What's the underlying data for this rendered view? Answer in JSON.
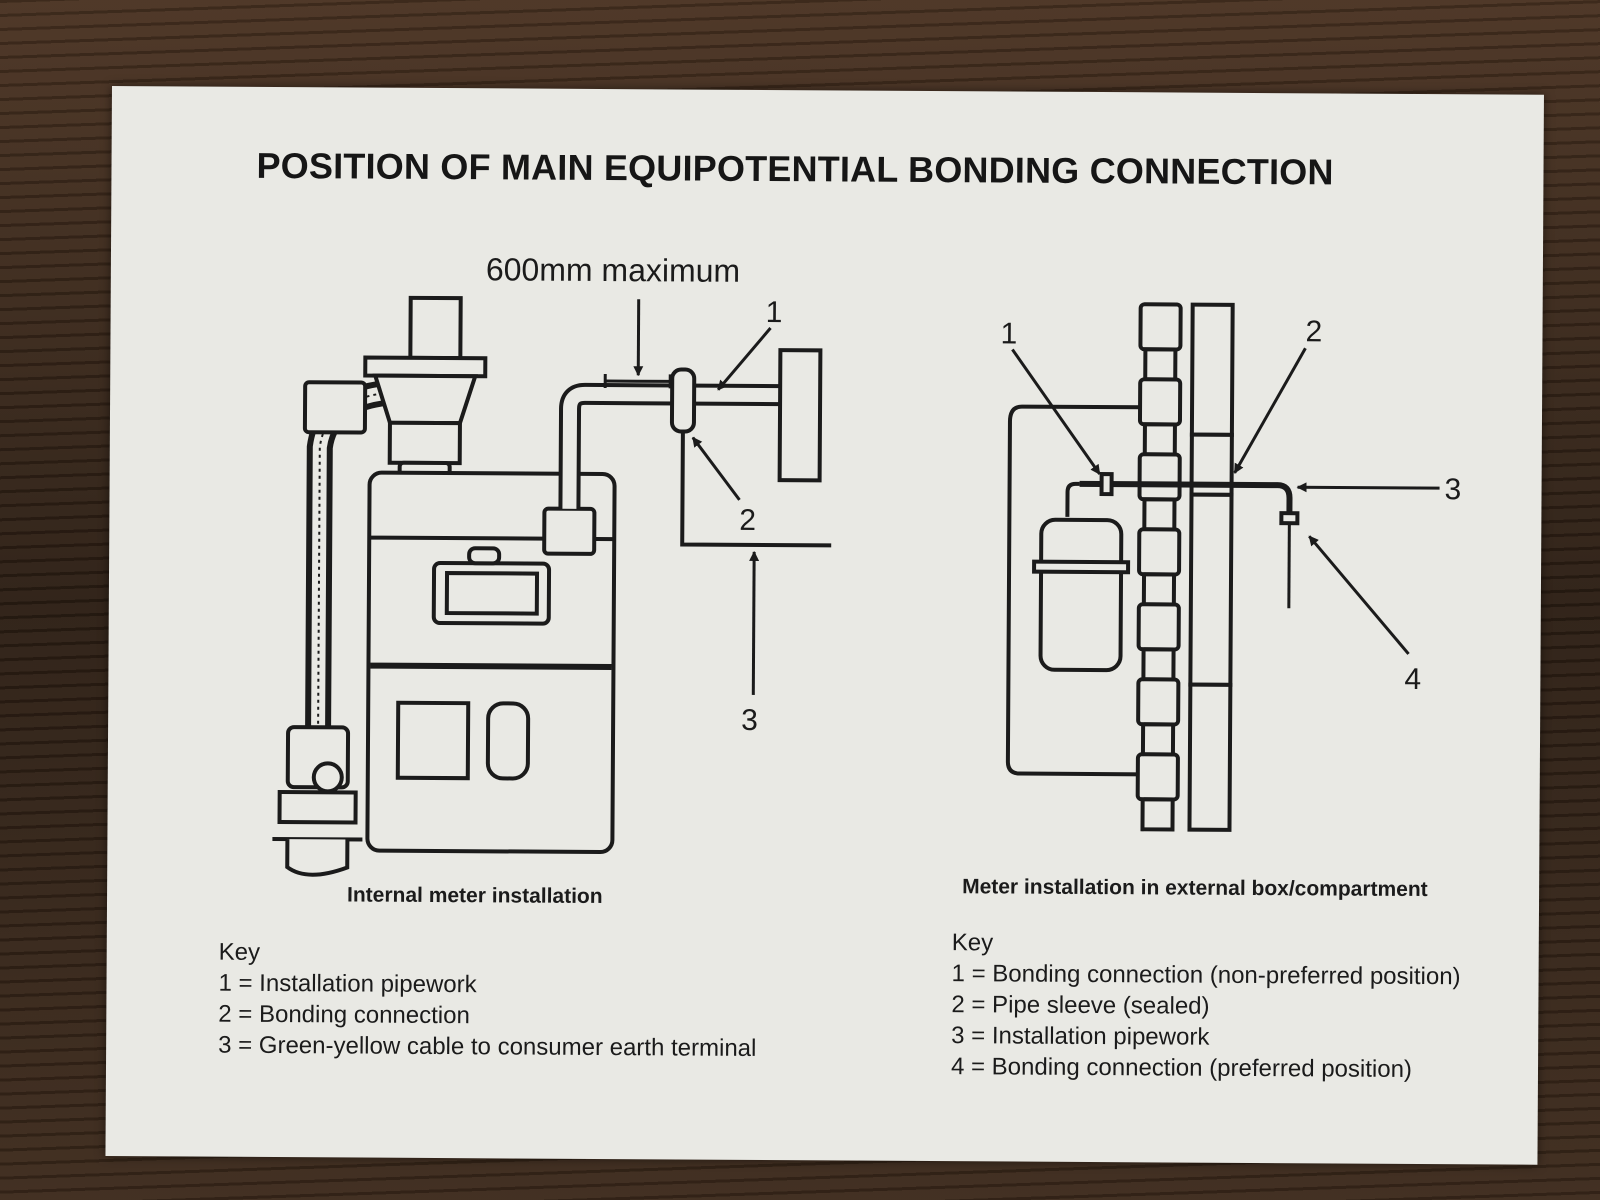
{
  "title": "POSITION OF MAIN EQUIPOTENTIAL BONDING CONNECTION",
  "left_diagram": {
    "measurement": "600mm maximum",
    "callouts": [
      "1",
      "2",
      "3"
    ],
    "caption": "Internal meter installation",
    "key_heading": "Key",
    "key_items": [
      "1 = Installation pipework",
      "2 = Bonding connection",
      "3 = Green-yellow cable to consumer earth terminal"
    ]
  },
  "right_diagram": {
    "callouts": [
      "1",
      "2",
      "3",
      "4"
    ],
    "caption": "Meter installation in external box/compartment",
    "key_heading": "Key",
    "key_items": [
      "1 = Bonding connection (non-preferred position)",
      "2 = Pipe sleeve (sealed)",
      "3 = Installation pipework",
      "4 = Bonding connection (preferred position)"
    ]
  }
}
